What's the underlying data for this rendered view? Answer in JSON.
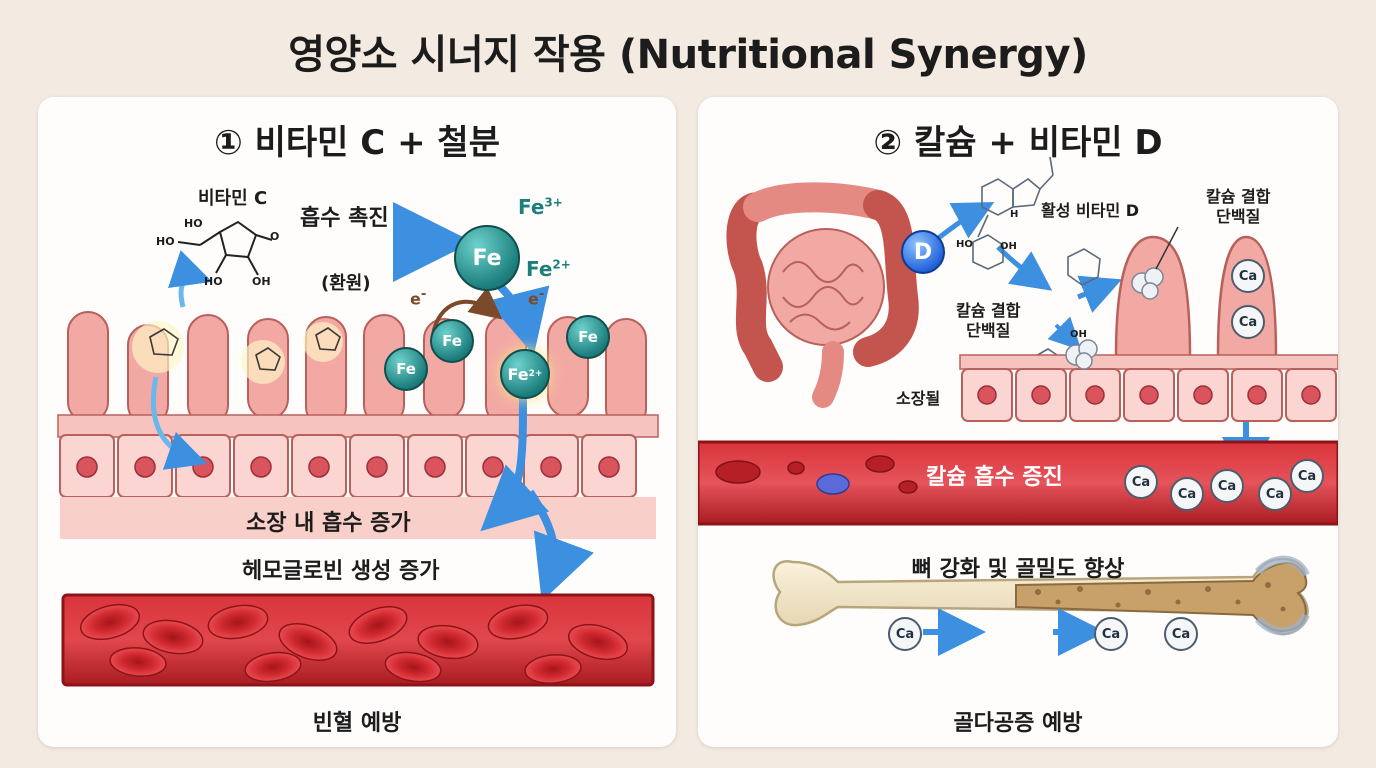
{
  "title": "영양소 시너지 작용 (Nutritional Synergy)",
  "left": {
    "heading": "① 비타민 C + 철분",
    "vitc_label": "비타민 C",
    "promote_label": "흡수 촉진",
    "reduce_label": "(환원)",
    "fe3": "Fe",
    "fe3_charge": "3+",
    "fe2": "Fe",
    "fe2_charge": "2+",
    "electron": "e",
    "electron_sign": "-",
    "fe": "Fe",
    "absorb_label": "소장 내 흡수 증가",
    "hemoglobin_label": "헤모글로빈 생성 증가",
    "anemia_label": "빈혈 예방",
    "mol_oh": "OH",
    "mol_ho": "HO",
    "mol_o": "O"
  },
  "right": {
    "heading": "② 칼슘 + 비타민 D",
    "d_letter": "D",
    "active_vitd": "활성 비타민 D",
    "binding_protein_top": "칼슘 결합\n단백질",
    "binding_protein_mid": "칼슘 결합\n단백질",
    "intestine_label": "소장될",
    "absorption_label": "칼슘 흡수 증진",
    "ca": "Ca",
    "bone_label": "뼈 강화 및 골밀도 향상",
    "osteo_label": "골다공증 예방",
    "mol_oh": "OH",
    "mol_ho": "HO",
    "mol_h": "H"
  },
  "colors": {
    "background": "#f3ebe1",
    "fe_teal": "#1d7f7d",
    "arrow_blue": "#3d8fe0",
    "blood_red": "#c8262c",
    "tissue_pink": "#f2a9a4",
    "vitd_blue": "#1e5fd6"
  }
}
